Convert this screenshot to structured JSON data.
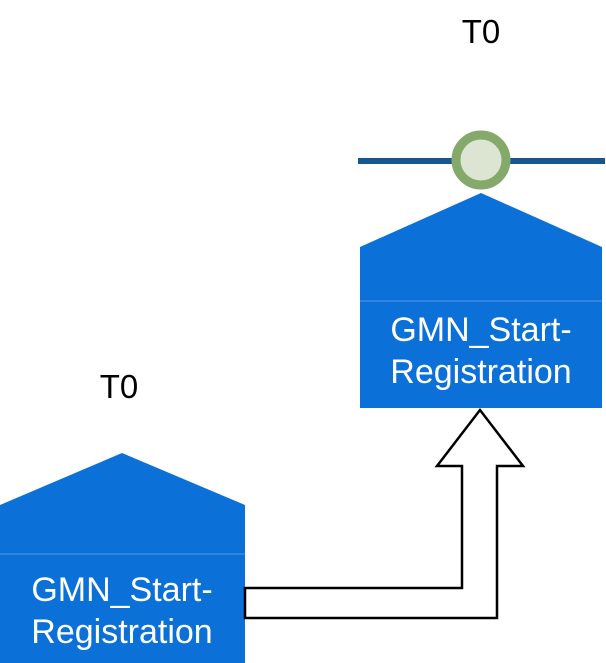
{
  "diagram": {
    "colors": {
      "background": "#ffffff",
      "block_fill": "#0b70d8",
      "block_text": "#ffffff",
      "block_divider": "#4f94e3",
      "timeline_stroke": "#17568f",
      "circle_fill": "#dbe5d1",
      "circle_stroke": "#84a96a",
      "arrow_fill": "#ffffff",
      "arrow_stroke": "#000000",
      "time_label_color": "#000000"
    },
    "right_block": {
      "time_label": "T0",
      "name_line1": "GMN_Start-",
      "name_line2": "Registration"
    },
    "left_block": {
      "time_label": "T0",
      "name_line1": "GMN_Start-",
      "name_line2": "Registration"
    }
  }
}
